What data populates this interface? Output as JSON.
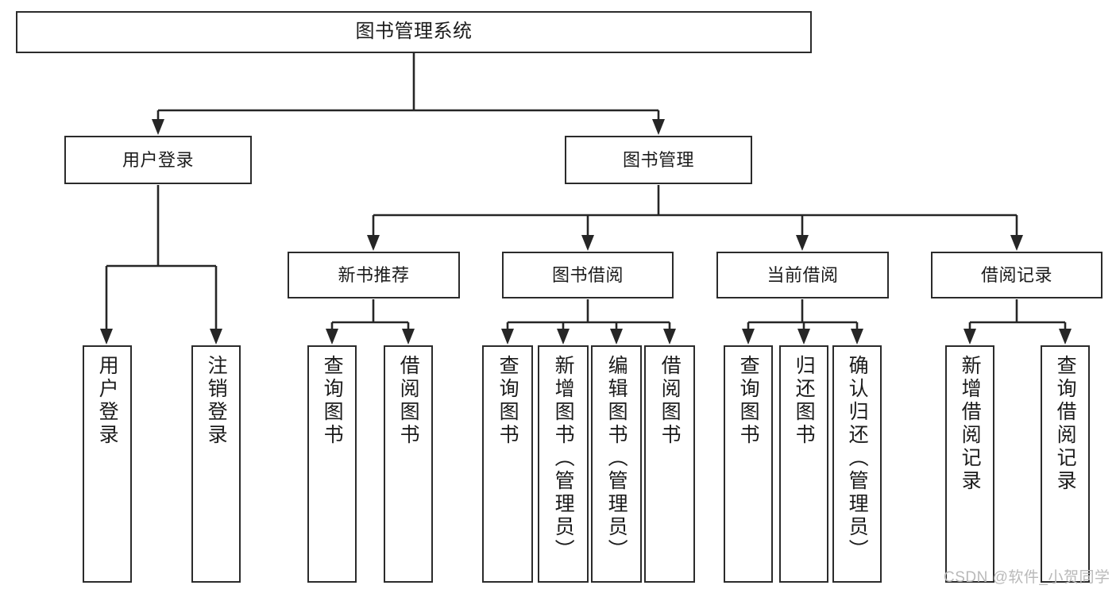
{
  "diagram": {
    "title": "图书管理系统",
    "type": "功能结构图",
    "root": {
      "label": "图书管理系统"
    },
    "level2": [
      {
        "id": "user-login",
        "label": "用户登录"
      },
      {
        "id": "book-mgmt",
        "label": "图书管理"
      }
    ],
    "level3": [
      {
        "id": "new-rec",
        "label": "新书推荐"
      },
      {
        "id": "borrow",
        "label": "图书借阅"
      },
      {
        "id": "current",
        "label": "当前借阅"
      },
      {
        "id": "record",
        "label": "借阅记录"
      }
    ],
    "leaves": {
      "user_login": [
        {
          "id": "a1",
          "label": "用户登录"
        },
        {
          "id": "a2",
          "label": "注销登录"
        }
      ],
      "new_rec": [
        {
          "id": "b1",
          "label": "查询图书"
        },
        {
          "id": "b2",
          "label": "借阅图书"
        }
      ],
      "borrow": [
        {
          "id": "c1",
          "label": "查询图书"
        },
        {
          "id": "c2",
          "label": "新增图书（管理员）"
        },
        {
          "id": "c3",
          "label": "编辑图书（管理员）"
        },
        {
          "id": "c4",
          "label": "借阅图书"
        }
      ],
      "current": [
        {
          "id": "d1",
          "label": "查询图书"
        },
        {
          "id": "d2",
          "label": "归还图书"
        },
        {
          "id": "d3",
          "label": "确认归还（管理员）"
        }
      ],
      "record": [
        {
          "id": "e1",
          "label": "新增借阅记录"
        },
        {
          "id": "e2",
          "label": "查询借阅记录"
        }
      ]
    },
    "colors": {
      "stroke": "#2b2b2b",
      "fill": "#ffffff",
      "text": "#1b1b1b",
      "watermark": "#b9b9b9"
    }
  },
  "watermark": {
    "text": "CSDN @软件_小贺同学"
  }
}
